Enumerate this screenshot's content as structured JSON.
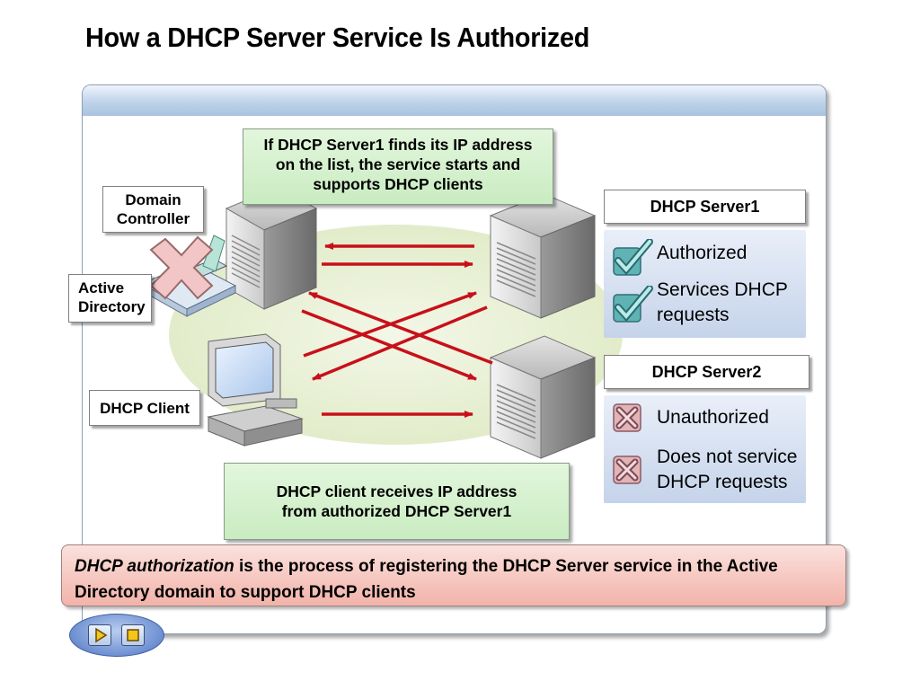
{
  "title": "How a DHCP Server Service Is Authorized",
  "labels": {
    "domain_controller": "Domain Controller",
    "active_directory": "Active Directory",
    "dhcp_client": "DHCP Client"
  },
  "callouts": {
    "top": "If DHCP Server1 finds its IP address on the list, the service starts and supports DHCP clients",
    "bottom": "DHCP client receives IP address from authorized DHCP Server1"
  },
  "server1": {
    "name": "DHCP Server1",
    "items": [
      "Authorized",
      "Services DHCP requests"
    ],
    "status_color": "#3aa0a0"
  },
  "server2": {
    "name": "DHCP Server2",
    "items": [
      "Unauthorized",
      "Does not service DHCP requests"
    ],
    "status_color": "#d9a9a9"
  },
  "definition": {
    "term": "DHCP authorization",
    "text": " is the process of registering the DHCP Server service in the Active Directory domain to support DHCP clients"
  },
  "nav": {
    "play_icon": "play-icon",
    "stop_icon": "stop-icon"
  },
  "arrow_color": "#c8101a"
}
